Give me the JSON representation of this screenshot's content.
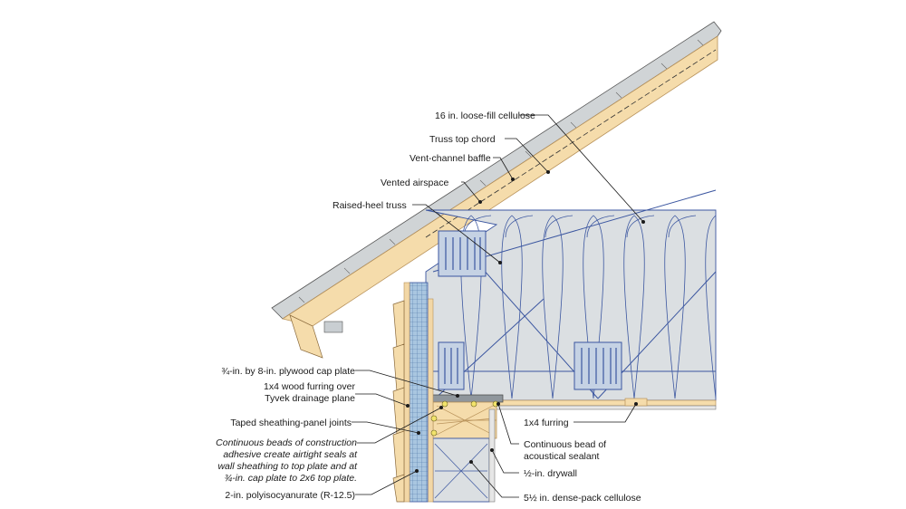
{
  "labels": {
    "loose_fill": "16 in. loose-fill cellulose",
    "top_chord": "Truss top chord",
    "baffle": "Vent-channel baffle",
    "airspace": "Vented airspace",
    "raised_heel": "Raised-heel truss",
    "cap_plate": "¾-in. by 8-in. plywood cap plate",
    "furring_tyvek_1": "1x4 wood furring over",
    "furring_tyvek_2": "Tyvek drainage plane",
    "taped_joints": "Taped sheathing-panel joints",
    "adhesive_1": "Continuous beads of construction",
    "adhesive_2": "adhesive create airtight seals at",
    "adhesive_3": "wall sheathing to top plate and at",
    "adhesive_4": "¾-in. cap plate to 2x6 top plate.",
    "polyiso": "2-in. polyisocyanurate (R-12.5)",
    "furring_1x4": "1x4 furring",
    "sealant_1": "Continuous bead of",
    "sealant_2": "acoustical sealant",
    "drywall": "½-in. drywall",
    "dense_pack": "5½ in. dense-pack cellulose"
  },
  "colors": {
    "wood": "#f5dcab",
    "wood_edge": "#b8925a",
    "insulation": "#d9dde0",
    "foam": "#9fc0dc",
    "line": "#3b56a0",
    "shingle": "#cfd2d4"
  }
}
